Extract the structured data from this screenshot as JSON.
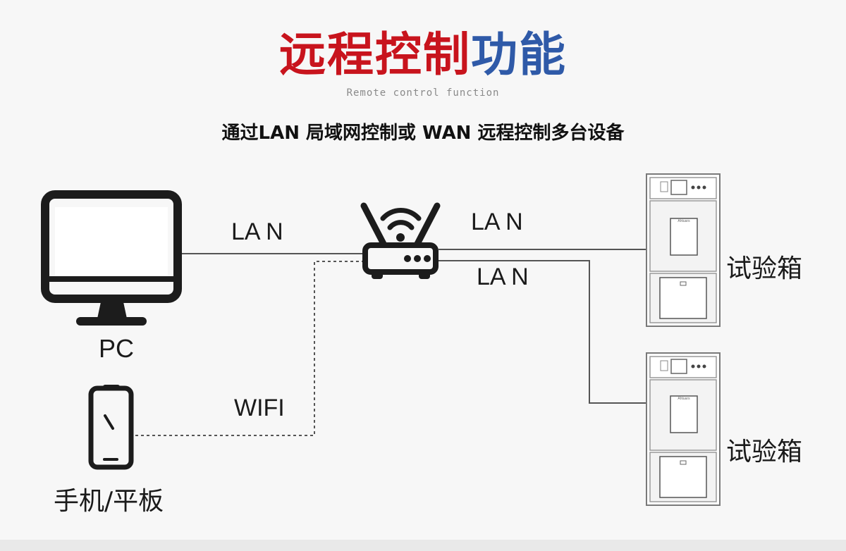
{
  "header": {
    "title_red": "远程控制",
    "title_blue": "功能",
    "subtitle": "Remote control function",
    "description": "通过LAN 局域网控制或 WAN 远程控制多台设备"
  },
  "diagram": {
    "pc_label": "PC",
    "phone_label": "手机/平板",
    "lan_pc_label": "LA N",
    "wifi_label": "WIFI",
    "lan_top_label": "LA N",
    "lan_bottom_label": "LA N",
    "chamber1_label": "试验箱",
    "chamber2_label": "试验箱",
    "chamber_badge": "Ahtuars"
  },
  "colors": {
    "title_red": "#c8141d",
    "title_blue": "#2f5aa8",
    "icon": "#1c1c1c",
    "line": "#555555"
  }
}
